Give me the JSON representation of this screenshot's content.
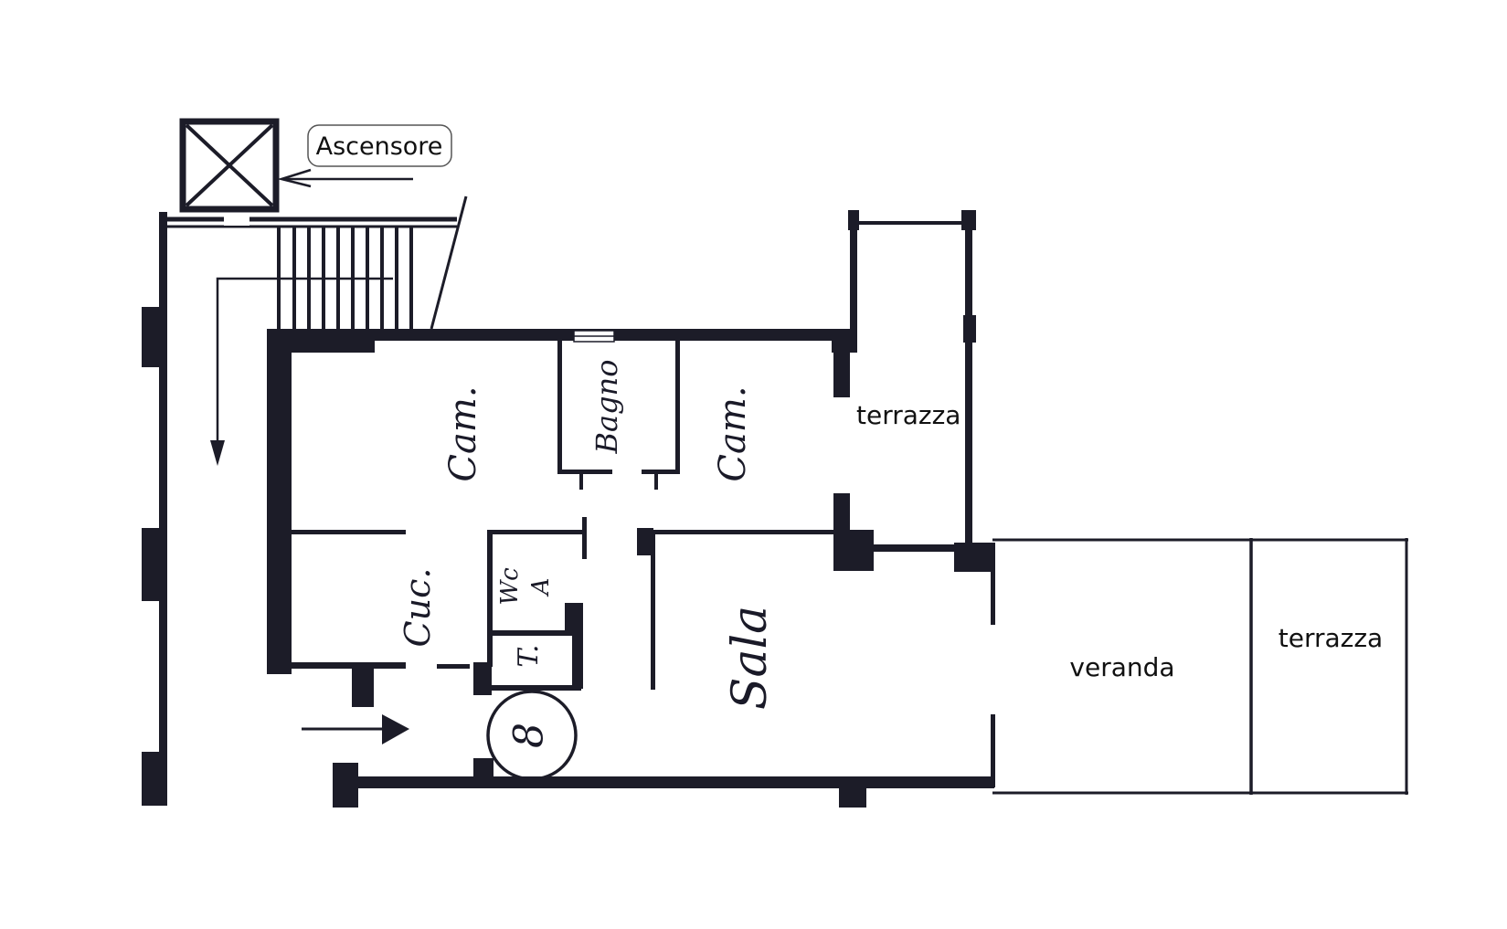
{
  "floorplan": {
    "elevator_label": "Ascensore",
    "rooms": {
      "bedroom_left": "Cam.",
      "bathroom": "Bagno",
      "bedroom_right": "Cam.",
      "terrace_upper": "terrazza",
      "kitchen": "Cuc.",
      "wc": "Wc",
      "wc_sub": "A",
      "storage": "T.",
      "living": "Sala",
      "veranda": "veranda",
      "terrace_right": "terrazza"
    },
    "unit_number": "8"
  }
}
